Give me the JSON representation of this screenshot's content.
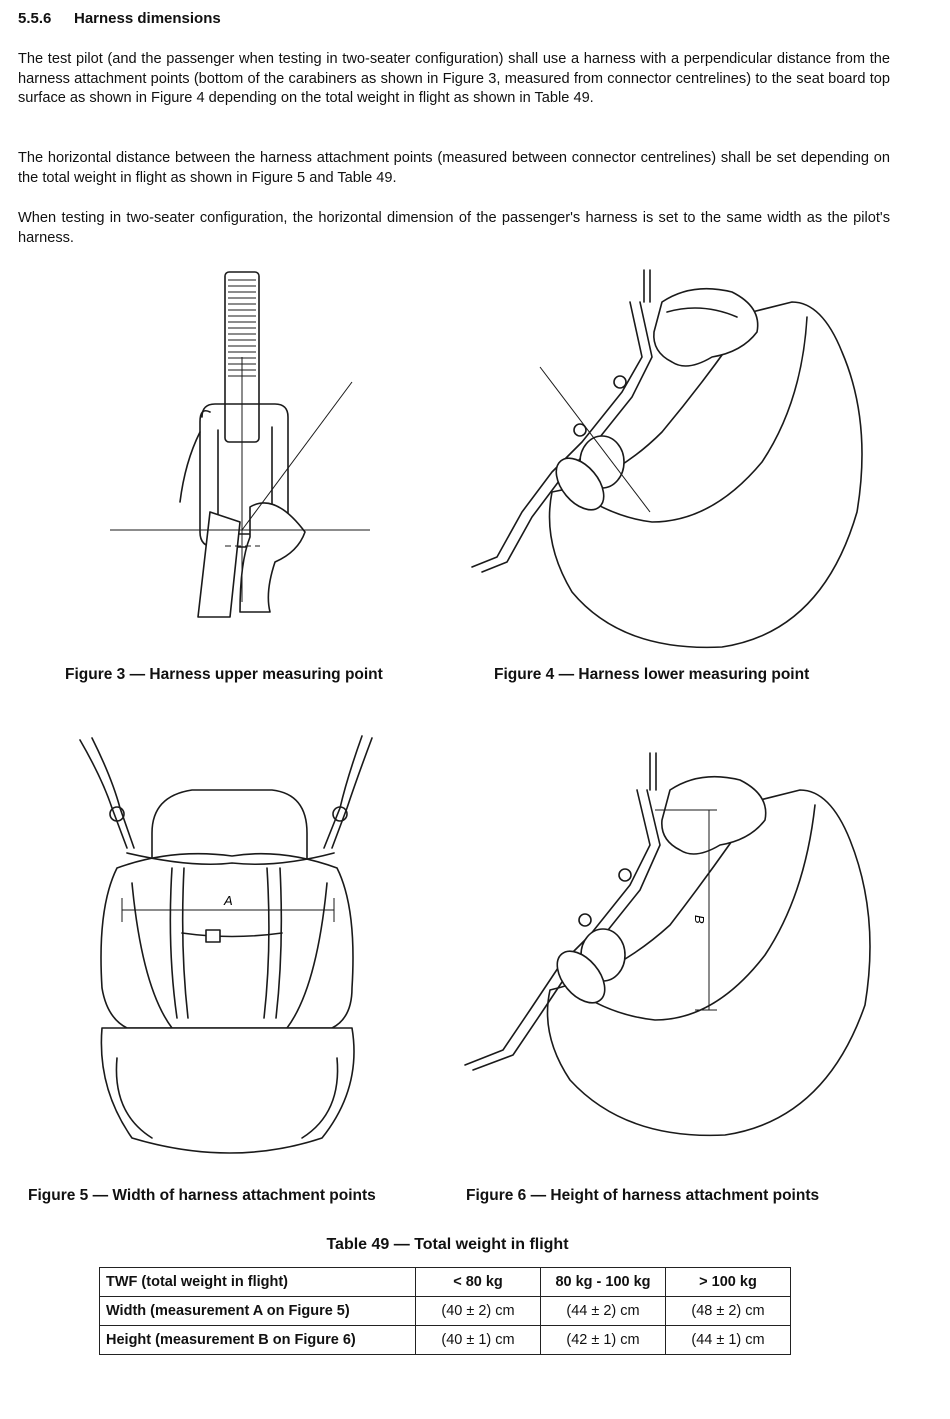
{
  "section": {
    "number": "5.5.6",
    "title": "Harness dimensions"
  },
  "paragraphs": [
    "The test pilot (and the passenger when testing in two-seater configuration) shall use a harness with a perpendicular distance from the harness attachment points (bottom of the carabiners as shown in Figure 3, measured from connector centrelines) to the seat board top surface as shown in Figure 4 depending on the total weight in flight as shown in Table 49.",
    "The horizontal distance between the harness attachment points (measured between connector centrelines) shall be set depending on the total weight in flight as shown in Figure 5 and Table 49.",
    "When testing in two-seater configuration, the horizontal dimension of the passenger's harness is set to the same width as the pilot's harness."
  ],
  "figures": {
    "fig3": {
      "caption": "Figure 3 — Harness upper measuring point"
    },
    "fig4": {
      "caption": "Figure 4 — Harness lower measuring point"
    },
    "fig5": {
      "caption": "Figure 5 — Width of harness attachment points",
      "label": "A"
    },
    "fig6": {
      "caption": "Figure 6 — Height of harness attachment points",
      "label": "B"
    }
  },
  "table": {
    "title": "Table 49 — Total weight in flight",
    "header": {
      "label": "TWF (total weight in flight)",
      "cols": [
        "< 80 kg",
        "80 kg - 100 kg",
        "> 100 kg"
      ]
    },
    "rows": [
      {
        "label": "Width (measurement A on Figure 5)",
        "values": [
          "(40 ± 2) cm",
          "(44 ± 2) cm",
          "(48 ± 2) cm"
        ]
      },
      {
        "label": "Height (measurement B on Figure 6)",
        "values": [
          "(40 ± 1) cm",
          "(42 ± 1) cm",
          "(44 ± 1) cm"
        ]
      }
    ]
  }
}
